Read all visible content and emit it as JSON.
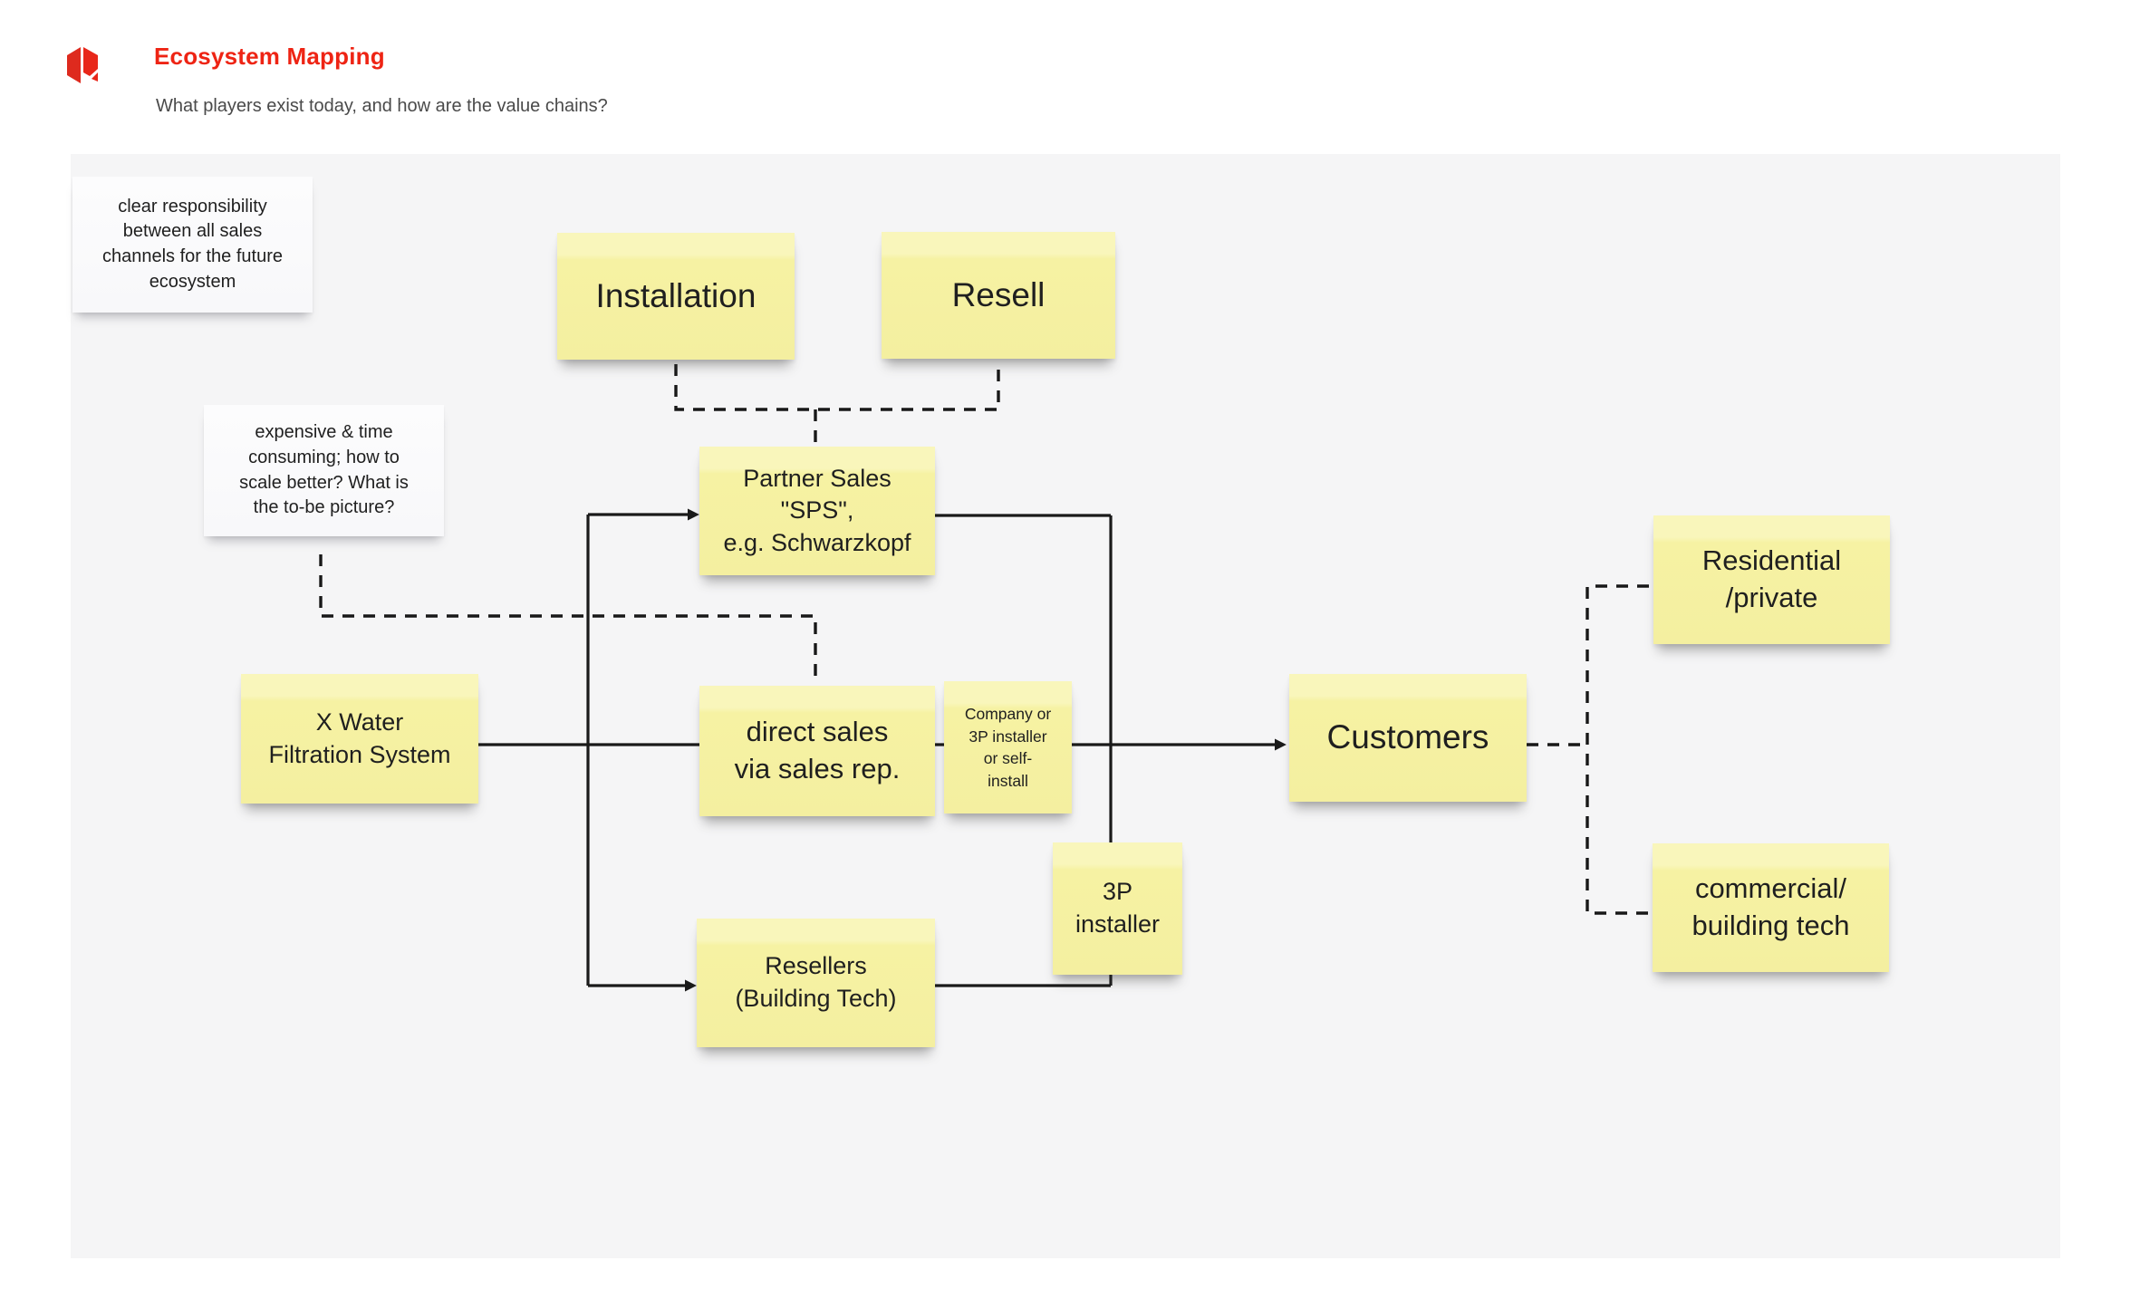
{
  "header": {
    "title": "Ecosystem Mapping",
    "subtitle": "What players exist today, and how are the value chains?"
  },
  "colors": {
    "accent_red": "#ee2414",
    "sticky_yellow": "#f6f2a3",
    "sticky_white": "#fbfbfc",
    "canvas_bg": "#f5f5f6",
    "connector": "#1a1a1a"
  },
  "icons": {
    "brand_logo": "red-open-book-mark"
  },
  "notes": {
    "clear_responsibility": {
      "text": "clear responsibility\nbetween all sales\nchannels for the future\necosystem",
      "color": "white"
    },
    "expensive_time": {
      "text": "expensive & time\nconsuming; how to\nscale better? What is\nthe to-be picture?",
      "color": "white"
    },
    "installation": {
      "text": "Installation",
      "color": "yellow"
    },
    "resell": {
      "text": "Resell",
      "color": "yellow"
    },
    "partner_sales": {
      "text": "Partner Sales\n\"SPS\",\ne.g. Schwarzkopf",
      "color": "yellow"
    },
    "x_water": {
      "text": "X Water\nFiltration System",
      "color": "yellow"
    },
    "direct_sales": {
      "text": "direct sales\nvia sales rep.",
      "color": "yellow"
    },
    "company_installer": {
      "text": "Company or\n3P installer\nor self-\ninstall",
      "color": "yellow"
    },
    "customers": {
      "text": "Customers",
      "color": "yellow"
    },
    "residential": {
      "text": "Residential\n/private",
      "color": "yellow"
    },
    "three_p_installer": {
      "text": "3P\ninstaller",
      "color": "yellow"
    },
    "resellers": {
      "text": "Resellers\n(Building Tech)",
      "color": "yellow"
    },
    "commercial": {
      "text": "commercial/\nbuilding tech",
      "color": "yellow"
    }
  }
}
